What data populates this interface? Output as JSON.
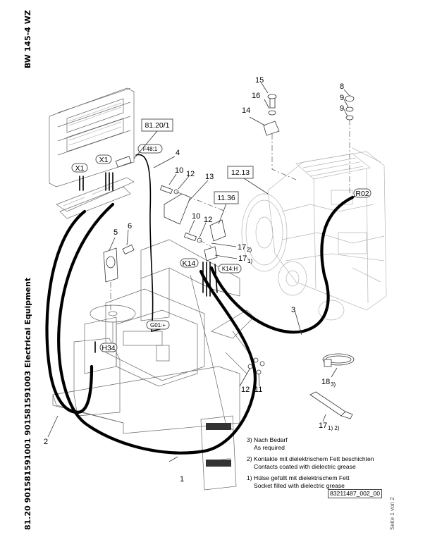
{
  "header": {
    "model": "BW 145-4 WZ",
    "document_title": "81.20 901581591001 901581591003 Electrical Equipment",
    "page_info": "Seite 1 von 2"
  },
  "diagram": {
    "reference_boxes": [
      "81.20/1",
      "12.13",
      "11.36"
    ],
    "connectors": [
      "X1",
      "X1",
      "F48:1",
      "K14",
      "K14:H",
      "G01:+",
      "H34",
      "R02"
    ],
    "callouts": [
      {
        "number": "1",
        "suffix": ""
      },
      {
        "number": "2",
        "suffix": ""
      },
      {
        "number": "3",
        "suffix": ""
      },
      {
        "number": "4",
        "suffix": ""
      },
      {
        "number": "5",
        "suffix": ""
      },
      {
        "number": "6",
        "suffix": ""
      },
      {
        "number": "8",
        "suffix": ""
      },
      {
        "number": "9",
        "suffix": ""
      },
      {
        "number": "9",
        "suffix": ""
      },
      {
        "number": "10",
        "suffix": ""
      },
      {
        "number": "10",
        "suffix": ""
      },
      {
        "number": "11",
        "suffix": ""
      },
      {
        "number": "12",
        "suffix": ""
      },
      {
        "number": "12",
        "suffix": ""
      },
      {
        "number": "12",
        "suffix": ""
      },
      {
        "number": "13",
        "suffix": ""
      },
      {
        "number": "14",
        "suffix": ""
      },
      {
        "number": "15",
        "suffix": ""
      },
      {
        "number": "16",
        "suffix": ""
      },
      {
        "number": "17",
        "suffix": "2)"
      },
      {
        "number": "17",
        "suffix": "1)"
      },
      {
        "number": "18",
        "suffix": "3)"
      },
      {
        "number": "17",
        "suffix": "1) 2)"
      }
    ]
  },
  "notes": [
    {
      "de": "3) Nach Bedarf",
      "en": "As required"
    },
    {
      "de": "2) Kontakte mit dielektrischem Fett beschichten",
      "en": "Contacts coated with dielectric grease"
    },
    {
      "de": "1) Hülse gefüllt mit dielektrischem Fett",
      "en": "Socket filled with dielectric grease"
    }
  ],
  "drawing_number": "83211487_002_00"
}
